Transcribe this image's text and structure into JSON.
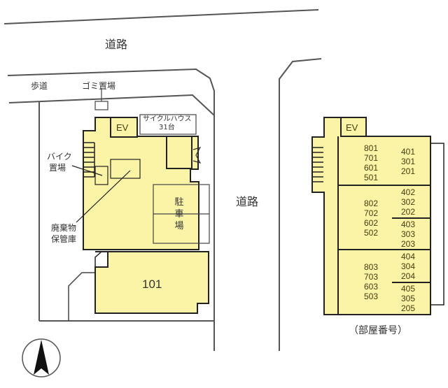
{
  "diagram": {
    "type": "site-plan",
    "labels": {
      "road_top": "道路",
      "road_right": "道路",
      "sidewalk": "歩道",
      "garbage": "ゴミ置場",
      "cycle_house_line1": "サイクルハウス",
      "cycle_house_line2": "31台",
      "ev_left": "EV",
      "ev_right": "EV",
      "bike_line1": "バイク",
      "bike_line2": "置場",
      "waste_line1": "廃棄物",
      "waste_line2": "保管庫",
      "parking": [
        "駐",
        "車",
        "場"
      ],
      "unit_101": "101",
      "room_number_caption": "（部屋番号）"
    },
    "units": {
      "block1_left": [
        "801",
        "701",
        "601",
        "501"
      ],
      "block1_right": [
        "401",
        "301",
        "201"
      ],
      "block2_left": [
        "802",
        "702",
        "602",
        "502"
      ],
      "block2_right_a": [
        "402",
        "302",
        "202"
      ],
      "block2_right_b": [
        "403",
        "303",
        "203"
      ],
      "block3_left": [
        "803",
        "703",
        "603",
        "503"
      ],
      "block3_right_a": [
        "404",
        "304",
        "204"
      ],
      "block3_right_b": [
        "405",
        "305",
        "205"
      ]
    },
    "colors": {
      "building_fill": "#fbf3a6",
      "outline": "#222222",
      "site_line": "#555555"
    },
    "compass": {
      "direction": "north-up"
    }
  }
}
